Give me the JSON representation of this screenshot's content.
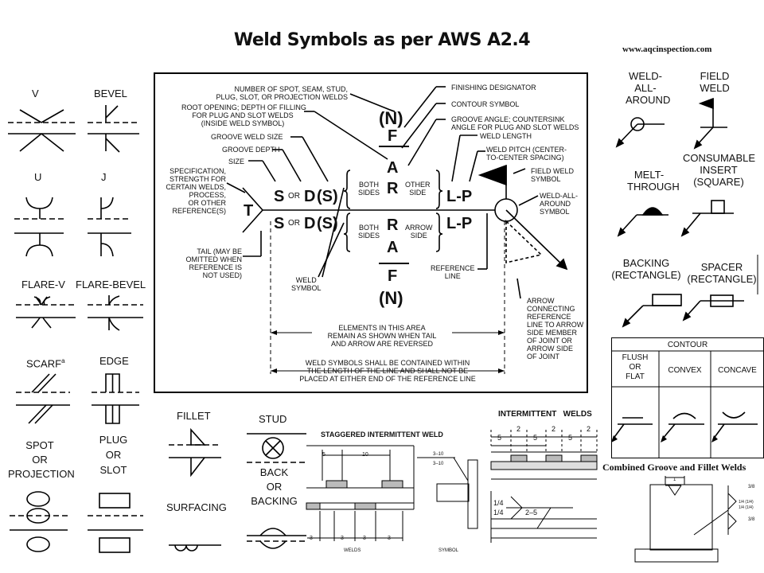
{
  "title": "Weld Symbols as per AWS A2.4",
  "website": "www.aqcinspection.com",
  "left_symbols": {
    "v": "V",
    "bevel": "BEVEL",
    "u": "U",
    "j": "J",
    "flare_v": "FLARE-V",
    "flare_bevel": "FLARE-BEVEL",
    "scarf": "SCARF",
    "scarf_note": "a",
    "edge": "EDGE",
    "spot": [
      "SPOT",
      "OR",
      "PROJECTION"
    ],
    "plug": [
      "PLUG",
      "OR",
      "SLOT"
    ]
  },
  "center_symbols": {
    "fillet": "FILLET",
    "surfacing": "SURFACING",
    "stud": "STUD",
    "back": [
      "BACK",
      "OR",
      "BACKING"
    ]
  },
  "diagram": {
    "number_of_welds": [
      "NUMBER OF SPOT, SEAM, STUD,",
      "PLUG, SLOT, OR PROJECTION WELDS"
    ],
    "root_opening": [
      "ROOT OPENING; DEPTH OF FILLING",
      "FOR PLUG AND SLOT WELDS",
      "(INSIDE WELD SYMBOL)"
    ],
    "groove_weld_size": "GROOVE WELD SIZE",
    "groove_depth": "GROOVE DEPTH",
    "size": "SIZE",
    "specification": [
      "SPECIFICATION,",
      "STRENGTH FOR",
      "CERTAIN WELDS,",
      "PROCESS,",
      "OR OTHER",
      "REFERENCE(S)"
    ],
    "tail": [
      "TAIL (MAY BE",
      "OMITTED WHEN",
      "REFERENCE IS",
      "NOT USED)"
    ],
    "weld_symbol": [
      "WELD",
      "SYMBOL"
    ],
    "finishing_designator": "FINISHING DESIGNATOR",
    "contour_symbol": "CONTOUR SYMBOL",
    "groove_angle": [
      "GROOVE ANGLE; COUNTERSINK",
      "ANGLE FOR PLUG AND SLOT WELDS"
    ],
    "weld_length": "WELD LENGTH",
    "weld_pitch": [
      "WELD PITCH (CENTER-",
      "TO-CENTER SPACING)"
    ],
    "field_weld_symbol": [
      "FIELD WELD",
      "SYMBOL"
    ],
    "weld_all_around_symbol": [
      "WELD-ALL-",
      "AROUND",
      "SYMBOL"
    ],
    "reference_line": [
      "REFERENCE",
      "LINE"
    ],
    "arrow_connecting": [
      "ARROW",
      "CONNECTING",
      "REFERENCE",
      "LINE TO ARROW",
      "SIDE MEMBER",
      "OF JOINT OR",
      "ARROW SIDE",
      "OF JOINT"
    ],
    "both_sides": [
      "BOTH",
      "SIDES"
    ],
    "other_side": [
      "OTHER",
      "SIDE"
    ],
    "arrow_side": [
      "ARROW",
      "SIDE"
    ],
    "elements_note": [
      "ELEMENTS IN THIS AREA",
      "REMAIN AS SHOWN WHEN TAIL",
      "AND ARROW ARE REVERSED"
    ],
    "contained_note": [
      "WELD SYMBOLS SHALL BE CONTAINED WITHIN",
      "THE LENGTH OF THE LINE AND SHALL NOT BE",
      "PLACED AT EITHER END OF THE REFERENCE LINE"
    ],
    "letters": {
      "T": "T",
      "S": "S",
      "or": "OR",
      "D": "D",
      "DS": "(S)",
      "N": "(N)",
      "F": "F",
      "A": "A",
      "R": "R",
      "LP": "L-P"
    }
  },
  "right_symbols": {
    "weld_all_around": [
      "WELD-",
      "ALL-",
      "AROUND"
    ],
    "field_weld": [
      "FIELD",
      "WELD"
    ],
    "melt_through": [
      "MELT-",
      "THROUGH"
    ],
    "consumable_insert": [
      "CONSUMABLE",
      "INSERT",
      "(SQUARE)"
    ],
    "backing": [
      "BACKING",
      "(RECTANGLE)"
    ],
    "spacer": [
      "SPACER",
      "(RECTANGLE)"
    ]
  },
  "contour": {
    "header": "CONTOUR",
    "flush": [
      "FLUSH",
      "OR",
      "FLAT"
    ],
    "convex": "CONVEX",
    "concave": "CONCAVE"
  },
  "staggered": {
    "title": "STAGGERED INTERMITTENT WELD",
    "dims": {
      "d5": "5",
      "d10": "10",
      "d3": "3",
      "s310": "3–10"
    },
    "welds": "WELDS",
    "symbol": "SYMBOL"
  },
  "intermittent": {
    "title": "INTERMITTENT   WELDS",
    "dims": {
      "d5": "5",
      "d2": "2"
    },
    "quarter": "1/4",
    "pitch": "2–5"
  },
  "combined": {
    "title": "Combined Groove and Fillet Welds",
    "one": "1",
    "three_eighths": "3/8",
    "quarter_sq": "1/4 (1/4)"
  }
}
